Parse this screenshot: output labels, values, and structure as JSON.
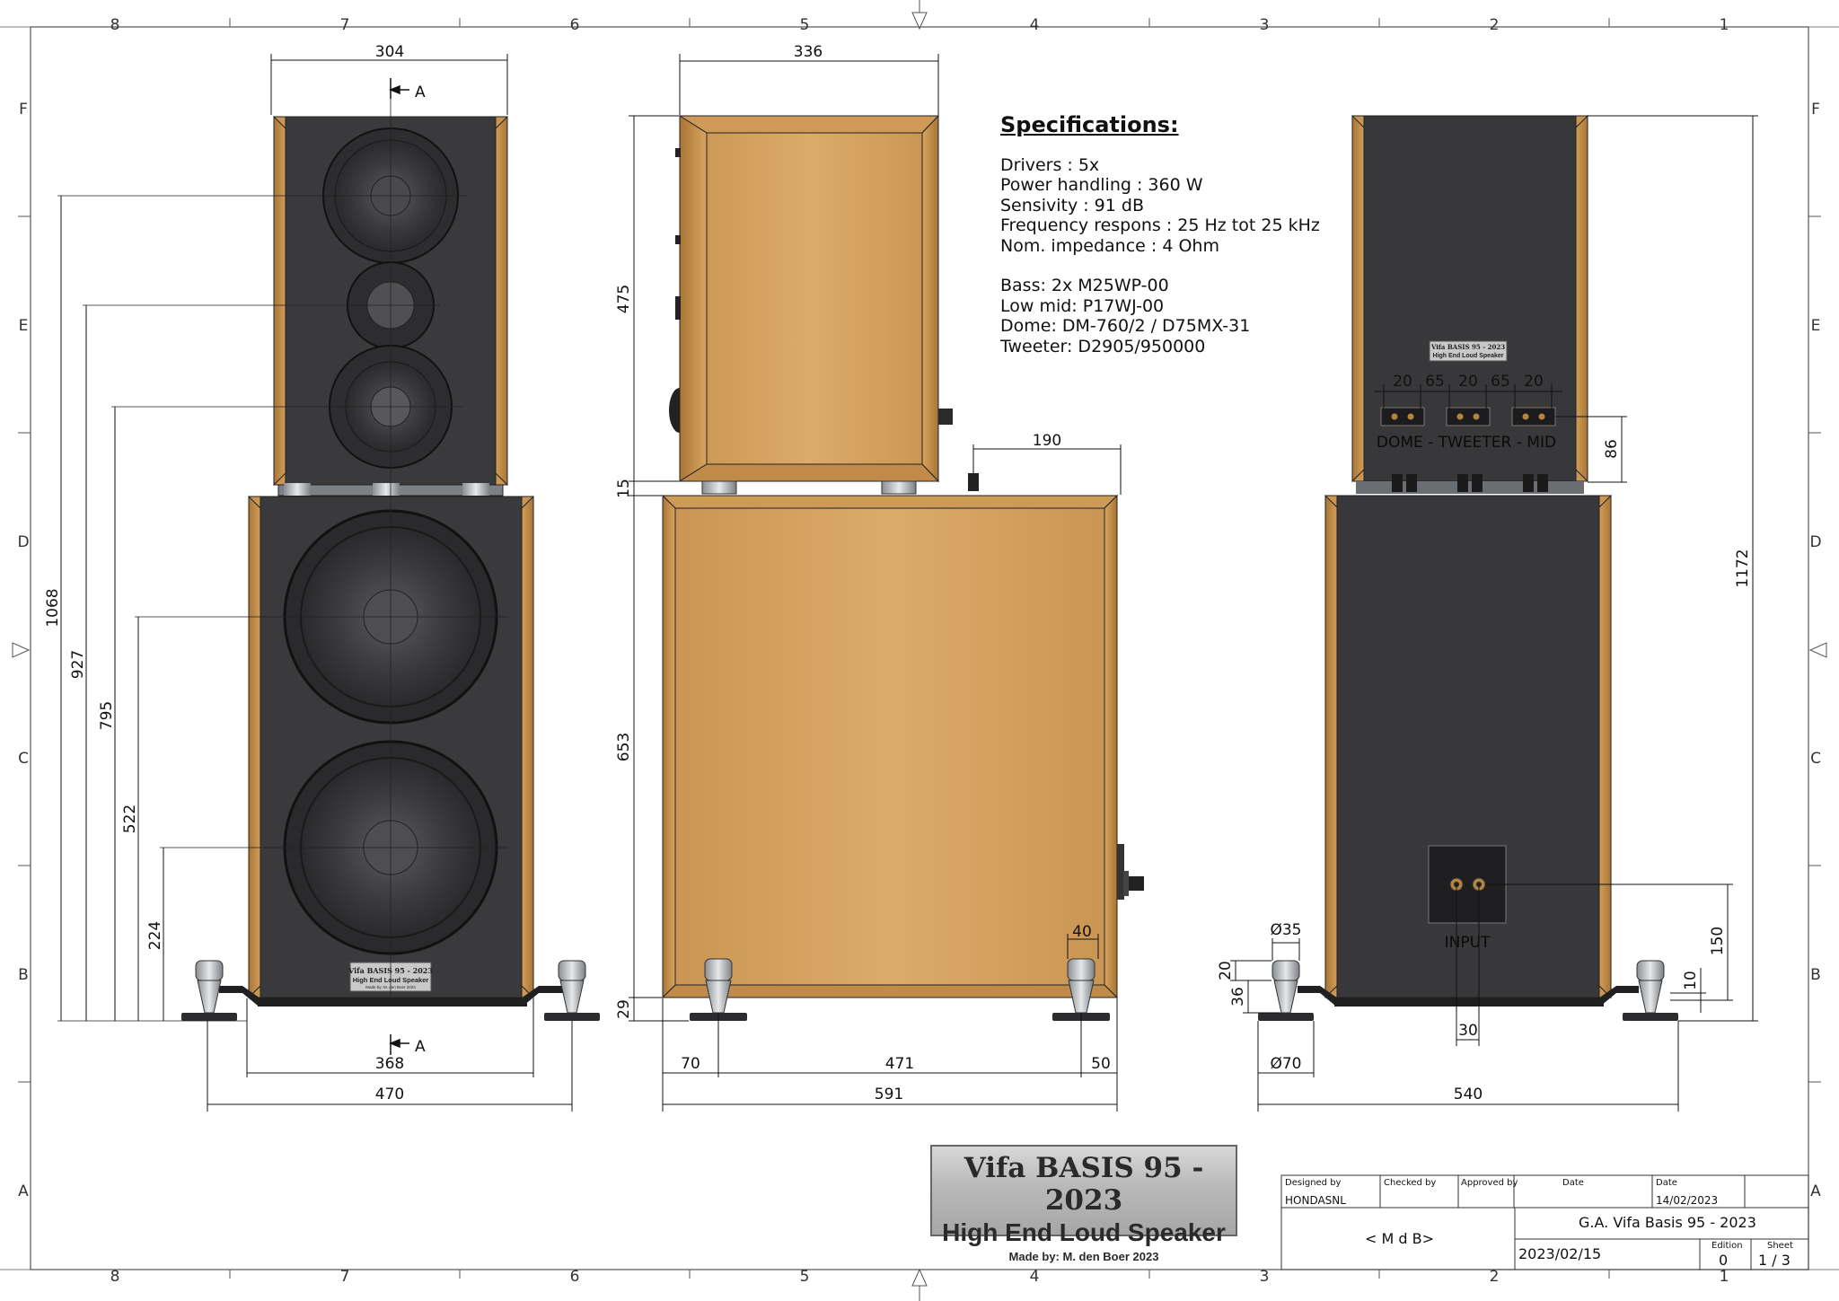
{
  "zones": {
    "columns": [
      "8",
      "7",
      "6",
      "5",
      "4",
      "3",
      "2",
      "1"
    ],
    "rows": [
      "F",
      "E",
      "D",
      "C",
      "B",
      "A"
    ]
  },
  "specifications": {
    "title": "Specifications:",
    "lines": [
      "Drivers : 5x",
      "Power handling : 360 W",
      "Sensivity : 91 dB",
      "Frequency respons : 25 Hz tot 25 kHz",
      "Nom. impedance : 4 Ohm"
    ],
    "drivers": [
      "Bass: 2x M25WP-00",
      "Low mid: P17WJ-00",
      "Dome: DM-760/2 / D75MX-31",
      "Tweeter: D2905/950000"
    ]
  },
  "front_view": {
    "section_label": "A",
    "dims": {
      "top_width": "304",
      "inner_width": "368",
      "overall_width": "470",
      "h1068": "1068",
      "h927": "927",
      "h795": "795",
      "h522": "522",
      "h224": "224"
    },
    "badge": {
      "line1": "Vifa BASIS 95 - 2023",
      "line2": "High End Loud Speaker",
      "line3": "Made by: M. den Boer 2023"
    }
  },
  "side_view": {
    "dims": {
      "top_depth": "336",
      "h475": "475",
      "h15": "15",
      "h653": "653",
      "h29": "29",
      "d190": "190",
      "d40": "40",
      "d70": "70",
      "d471": "471",
      "d50": "50",
      "d591": "591"
    }
  },
  "rear_view": {
    "terminal_label": "DOME - TWEETER - MID",
    "input_label": "INPUT",
    "spacing": [
      "20",
      "65",
      "20",
      "65",
      "20"
    ],
    "dims": {
      "h86": "86",
      "h1172": "1172",
      "h150": "150",
      "h10": "10",
      "h20": "20",
      "h36": "36",
      "phi35": "Ø35",
      "phi70": "Ø70",
      "w30": "30",
      "w540": "540"
    },
    "badge": {
      "line1": "Vifa BASIS 95 - 2023",
      "line2": "High End Loud Speaker"
    }
  },
  "name_plate": {
    "title": "Vifa BASIS 95 - 2023",
    "subtitle": "High End Loud Speaker",
    "maker": "Made by: M. den Boer 2023"
  },
  "title_block": {
    "designed_by_label": "Designed by",
    "designed_by": "HONDASNL",
    "checked_by_label": "Checked by",
    "approved_by_label": "Approved by",
    "date_label": "Date",
    "date_label2": "Date",
    "date": "14/02/2023",
    "company": "< M d B>",
    "drawing_title": "G.A. Vifa Basis 95 - 2023",
    "drawing_date": "2023/02/15",
    "edition_label": "Edition",
    "edition": "0",
    "sheet_label": "Sheet",
    "sheet": "1 / 3"
  },
  "colors": {
    "wood": "#d6a25e",
    "wood_dark": "#b98442",
    "cabinet": "#3a3a3c",
    "cabinet_dark": "#2a2a2c",
    "metal": "#b8bcc0",
    "line": "#111111"
  }
}
